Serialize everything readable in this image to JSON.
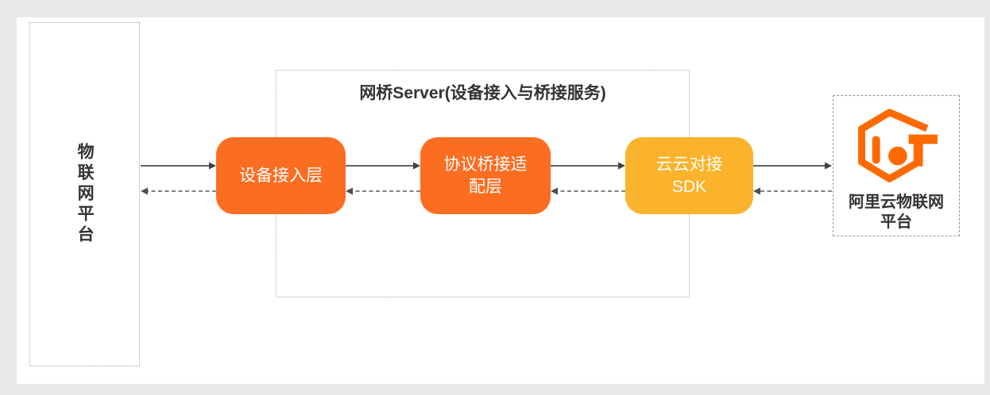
{
  "diagram": {
    "left_node": {
      "label": "物联网平台"
    },
    "bridge": {
      "title": "网桥Server(设备接入与桥接服务)",
      "nodes": [
        {
          "id": "device-access-layer",
          "lines": [
            "设备接入层",
            ""
          ]
        },
        {
          "id": "protocol-bridge-adapter-layer",
          "lines": [
            "协议桥接适",
            "配层"
          ]
        },
        {
          "id": "cloud-cloud-sdk",
          "lines": [
            "云云对接",
            "SDK"
          ]
        }
      ]
    },
    "right_node": {
      "logo_icon": "aliyun-iot-logo",
      "lines": [
        "阿里云物联网",
        "平台"
      ]
    },
    "colors": {
      "node_orange": "#FB6D21",
      "node_yellow": "#FBB32B",
      "logo_orange": "#FF6A00",
      "text_dark": "#333333",
      "solid_arrow": "#4D4D4D",
      "dashed_arrow": "#707070",
      "dotted_border": "#A6A6A6",
      "dashed_border": "#999999",
      "canvas_bg": "#FFFFFF",
      "page_bg": "#E8E8E8"
    }
  }
}
